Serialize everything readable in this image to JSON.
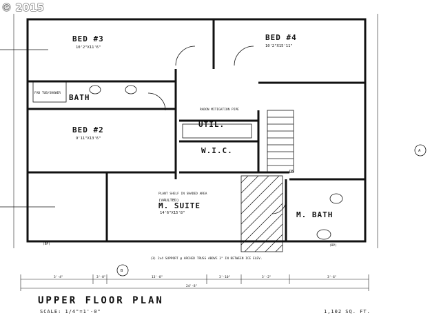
{
  "watermark": "© 2015",
  "plan": {
    "title": "UPPER FLOOR PLAN",
    "scale": "SCALE: 1/4\"=1'-0\"",
    "area": "1,102 SQ. FT.",
    "rooms": {
      "bed3": {
        "name": "BED #3",
        "size": "10'2\"X11'6\""
      },
      "bed4": {
        "name": "BED #4",
        "size": "10'2\"X15'11\""
      },
      "bed2": {
        "name": "BED #2",
        "size": "9'11\"X13'6\""
      },
      "bath": "BATH",
      "util": "UTIL.",
      "wic": "W.I.C.",
      "msuite": {
        "name": "M. SUITE",
        "size": "14'6\"X15'8\"",
        "vaulted": "(VAULTED)"
      },
      "mbath": "M. BATH"
    },
    "notes": {
      "shower": "FAB TUB/SHOWER",
      "radon": "RADON MITIGATION PIPE",
      "plant_shelf": "PLANT SHELF IN SHADED AREA",
      "arched_truss": "(3) 2x4 SUPPORT @ ARCHED TRUSS ABOVE 3\" IN BETWEEN ICE ELEV.",
      "dn": "DN",
      "bp": "(BP)"
    },
    "dimensions": {
      "bottom_1": "3'-4\"",
      "bottom_2": "3'-8\"",
      "bottom_3": "13'-8\"",
      "bottom_4": "3'-10\"",
      "bottom_5": "3'-2\"",
      "bottom_6": "3'-6\"",
      "total": "24'-8\""
    },
    "markers": {
      "b": "B",
      "a": "A"
    }
  }
}
